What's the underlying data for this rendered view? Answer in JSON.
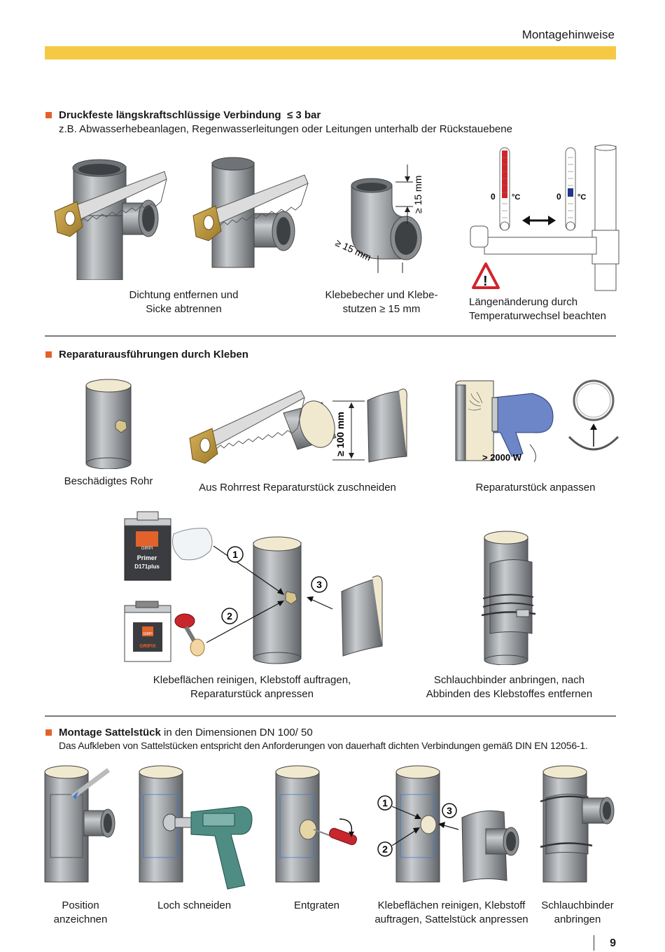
{
  "header": {
    "title": "Montagehinweise"
  },
  "section1": {
    "title": "Druckfeste längskraftschlüssige Verbindung",
    "title_suffix": "≤  3 bar",
    "subtitle": "z.B. Abwasserhebeanlagen, Regenwasserleitungen oder  Leitungen unterhalb der Rückstauebene",
    "captions": [
      "Dichtung entfernen und\nSicke abtrennen",
      "Klebebecher und Klebe-\nstutzen ≥ 15 mm",
      "Längenänderung durch\nTemperaturwechsel beachten"
    ],
    "dim_label_1": "≥ 15 mm",
    "dim_label_2": "≥ 15 mm",
    "thermo_label_left": "0",
    "thermo_unit_left": "°C",
    "thermo_label_right": "0",
    "thermo_unit_right": "°C"
  },
  "section2": {
    "title": "Reparaturausführungen durch Kleben",
    "captions": [
      "Beschädigtes Rohr",
      "Aus Rohrrest Reparaturstück zuschneiden",
      "Reparaturstück anpassen",
      "Klebeflächen reinigen, Klebstoff auftragen,\nReparaturstück anpressen",
      "Schlauchbinder anbringen, nach\nAbbinden des Klebstoffes entfernen"
    ],
    "dim_label": "≥ 100 mm",
    "power_label": "> 2000 W",
    "can1_brand": "GIRPI",
    "can1_product": "Primer",
    "can1_code": "D171plus",
    "can2_brand": "GIRPI",
    "can2_product": "GRIFIX",
    "steps": [
      "1",
      "2",
      "3"
    ]
  },
  "section3": {
    "title": "Montage Sattelstück",
    "title_suffix": " in den Dimensionen DN 100/ 50",
    "subtitle": "Das Aufkleben von Sattelstücken entspricht den Anforderungen von dauerhaft dichten Verbindungen gemäß DIN EN 12056-1.",
    "captions": [
      "Position\nanzeichnen",
      "Loch schneiden",
      "Entgraten",
      "Klebeflächen reinigen, Klebstoff\nauftragen, Sattelstück anpressen",
      "Schlauchbinder\nanbringen"
    ],
    "steps": [
      "1",
      "2",
      "3"
    ]
  },
  "footer": {
    "page_number": "9"
  },
  "colors": {
    "accent_yellow": "#f6c945",
    "bullet_orange": "#e2622b",
    "pipe_grey": "#a5a8ab",
    "pipe_inner": "#f1e9cf"
  }
}
